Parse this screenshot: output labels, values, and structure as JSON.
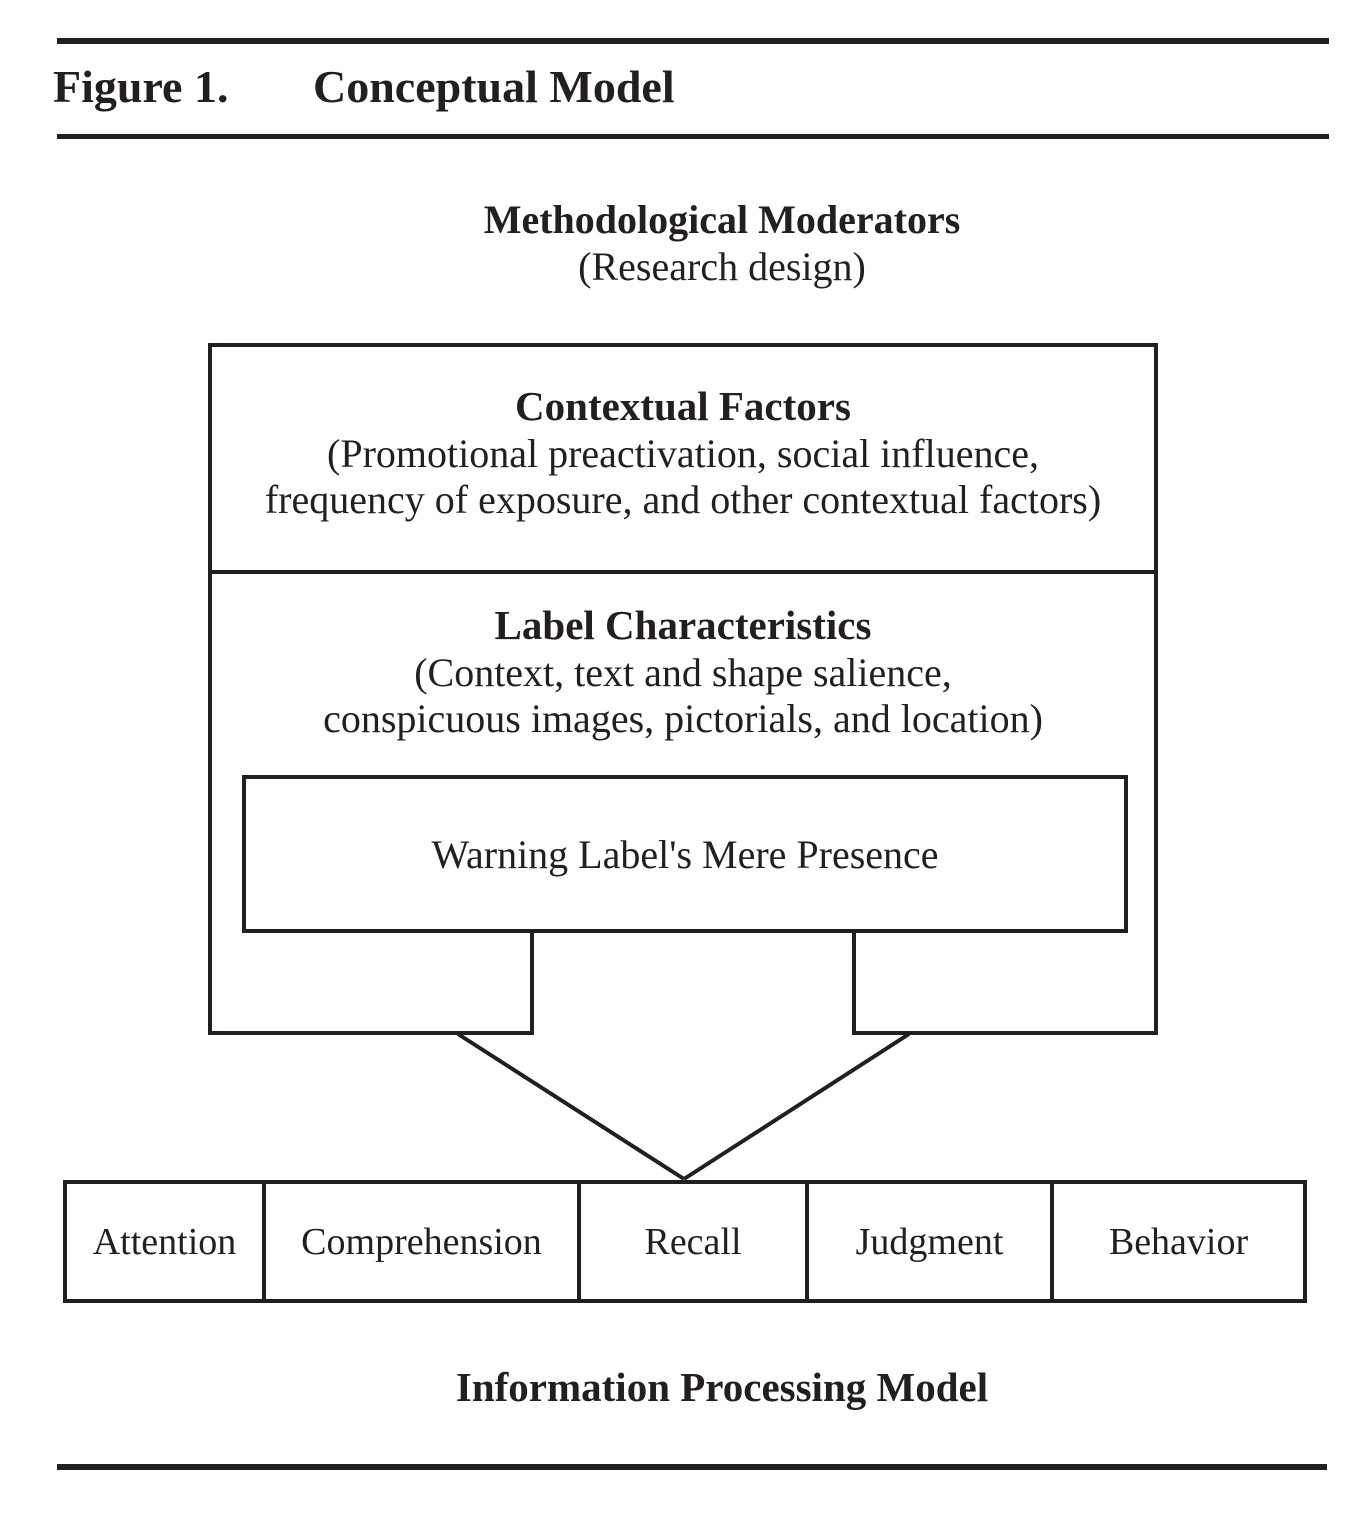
{
  "caption": {
    "label": "Figure 1.",
    "title": "Conceptual Model"
  },
  "moderators": {
    "title": "Methodological Moderators",
    "subtitle": "(Research design)"
  },
  "contextual_factors": {
    "title": "Contextual Factors",
    "detail_line1": "(Promotional preactivation, social influence,",
    "detail_line2": "frequency of exposure, and other contextual factors)"
  },
  "label_characteristics": {
    "title": "Label Characteristics",
    "detail_line1": "(Context, text and shape salience,",
    "detail_line2": "conspicuous images, pictorials, and location)"
  },
  "warning_box": {
    "label": "Warning Label's Mere Presence"
  },
  "process_stages": [
    "Attention",
    "Comprehension",
    "Recall",
    "Judgment",
    "Behavior"
  ],
  "bottom_heading": "Information Processing Model",
  "colors": {
    "ink": "#231f20",
    "background": "#ffffff"
  }
}
